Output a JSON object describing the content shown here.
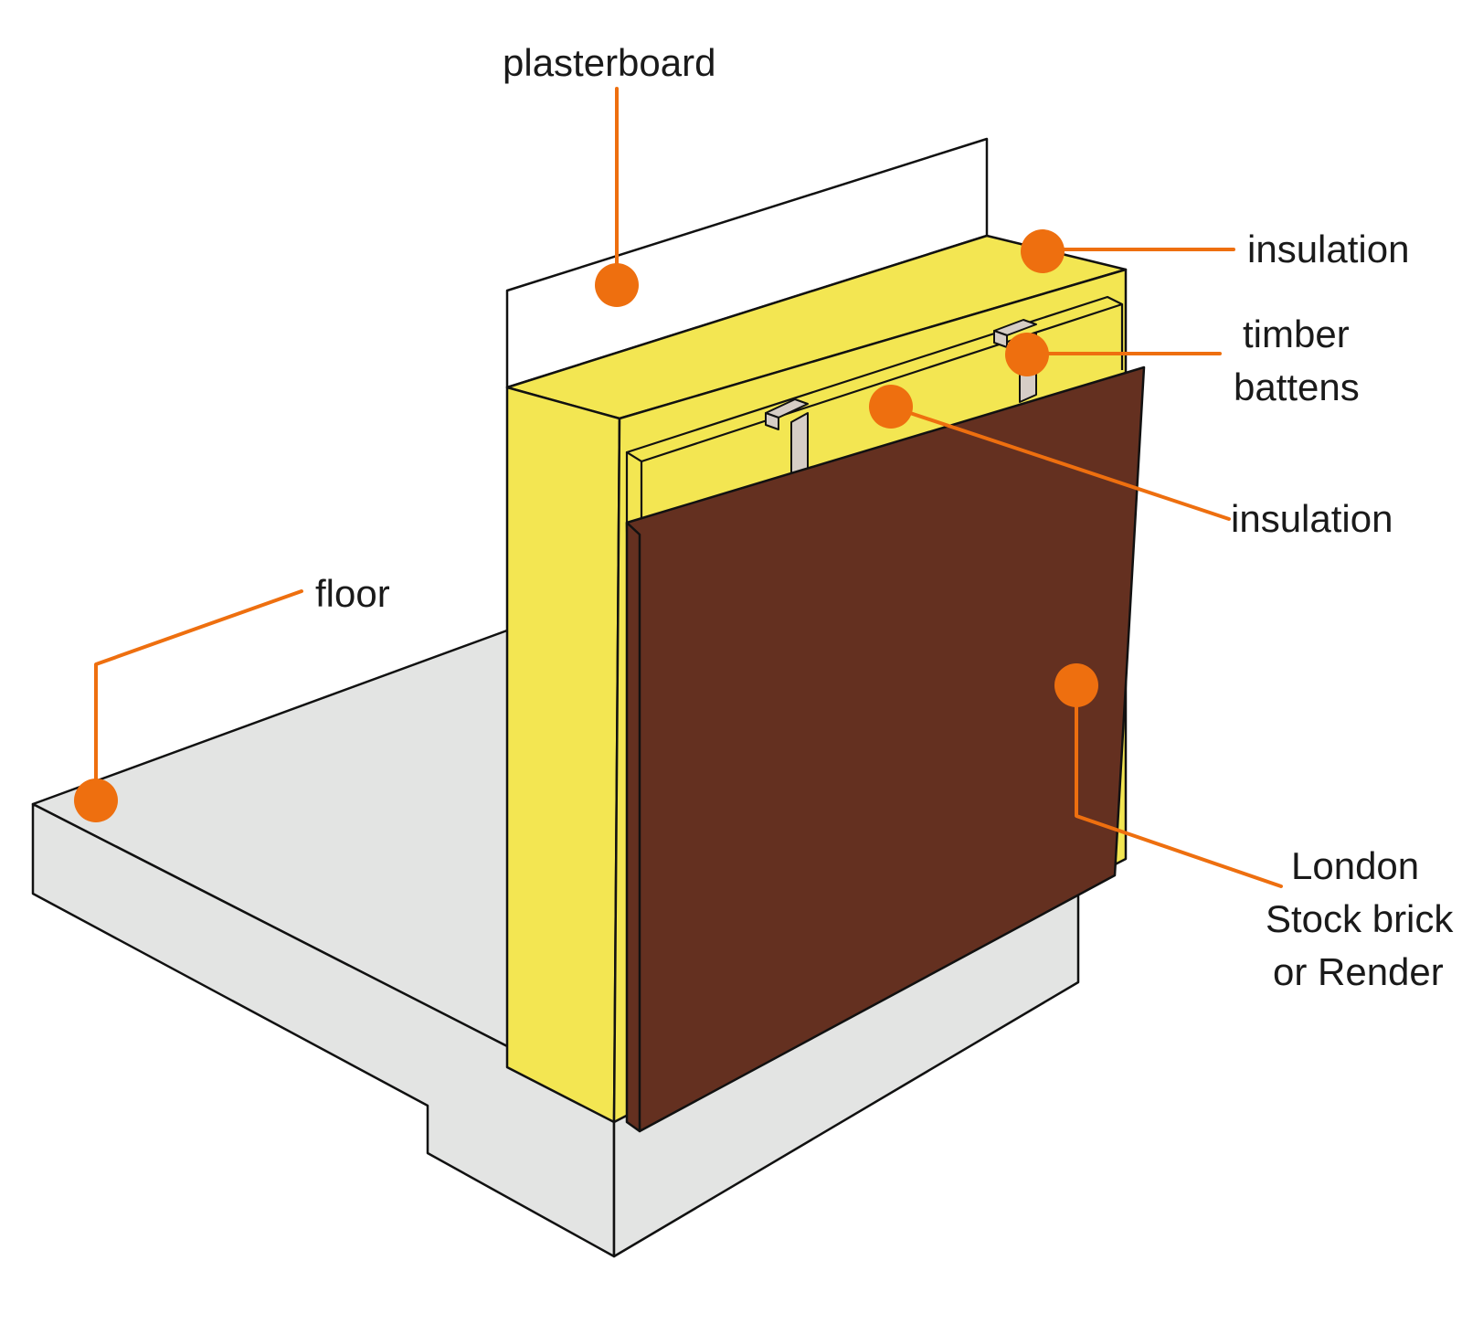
{
  "colors": {
    "leader": "#ee6f0f",
    "outline": "#111111",
    "floor": "#e3e4e3",
    "insulation": "#f3e652",
    "brick": "#643020",
    "batten": "#d6cdc6",
    "plasterboard": "#ffffff"
  },
  "labels": {
    "plasterboard": "plasterboard",
    "insulation_outer": "insulation",
    "timber_battens_line1": "timber",
    "timber_battens_line2": "battens",
    "insulation_inner": "insulation",
    "floor": "floor",
    "brick_line1": "London",
    "brick_line2": "Stock brick",
    "brick_line3": "or Render"
  }
}
